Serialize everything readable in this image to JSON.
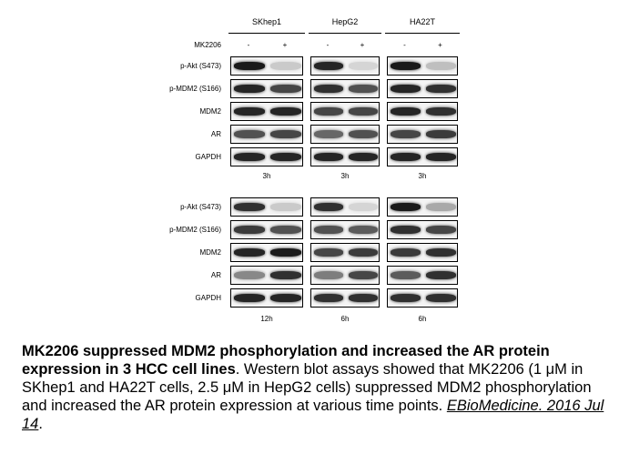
{
  "figure": {
    "cell_lines": [
      "SKhep1",
      "HepG2",
      "HA22T"
    ],
    "treatment_label": "MK2206",
    "conditions": [
      "-",
      "+"
    ],
    "panels": [
      {
        "rows": [
          "p-Akt (S473)",
          "p-MDM2 (S166)",
          "MDM2",
          "AR",
          "GAPDH"
        ],
        "times": [
          "3h",
          "3h",
          "3h"
        ],
        "band_intensity": [
          [
            [
              0.95,
              0.15
            ],
            [
              0.9,
              0.1
            ],
            [
              0.95,
              0.2
            ]
          ],
          [
            [
              0.9,
              0.75
            ],
            [
              0.85,
              0.7
            ],
            [
              0.9,
              0.85
            ]
          ],
          [
            [
              0.9,
              0.9
            ],
            [
              0.75,
              0.75
            ],
            [
              0.9,
              0.85
            ]
          ],
          [
            [
              0.7,
              0.75
            ],
            [
              0.6,
              0.7
            ],
            [
              0.75,
              0.8
            ]
          ],
          [
            [
              0.9,
              0.9
            ],
            [
              0.9,
              0.9
            ],
            [
              0.9,
              0.9
            ]
          ]
        ]
      },
      {
        "rows": [
          "p-Akt (S473)",
          "p-MDM2 (S166)",
          "MDM2",
          "AR",
          "GAPDH"
        ],
        "times": [
          "12h",
          "6h",
          "6h"
        ],
        "band_intensity": [
          [
            [
              0.85,
              0.15
            ],
            [
              0.85,
              0.1
            ],
            [
              0.95,
              0.3
            ]
          ],
          [
            [
              0.8,
              0.7
            ],
            [
              0.7,
              0.65
            ],
            [
              0.85,
              0.75
            ]
          ],
          [
            [
              0.9,
              0.95
            ],
            [
              0.75,
              0.8
            ],
            [
              0.8,
              0.85
            ]
          ],
          [
            [
              0.45,
              0.85
            ],
            [
              0.5,
              0.75
            ],
            [
              0.65,
              0.85
            ]
          ],
          [
            [
              0.9,
              0.9
            ],
            [
              0.85,
              0.85
            ],
            [
              0.85,
              0.85
            ]
          ]
        ]
      }
    ]
  },
  "caption": {
    "bold": "MK2206 suppressed MDM2 phosphorylation and increased the AR protein expression in 3 HCC cell lines",
    "body": ". Western blot assays showed that MK2206 (1 μM in SKhep1 and HA22T cells, 2.5 μM in HepG2 cells) suppressed MDM2 phosphorylation and increased the AR protein expression at various time points. ",
    "citation": "EBioMedicine. 2016 Jul 14",
    "end": "."
  }
}
